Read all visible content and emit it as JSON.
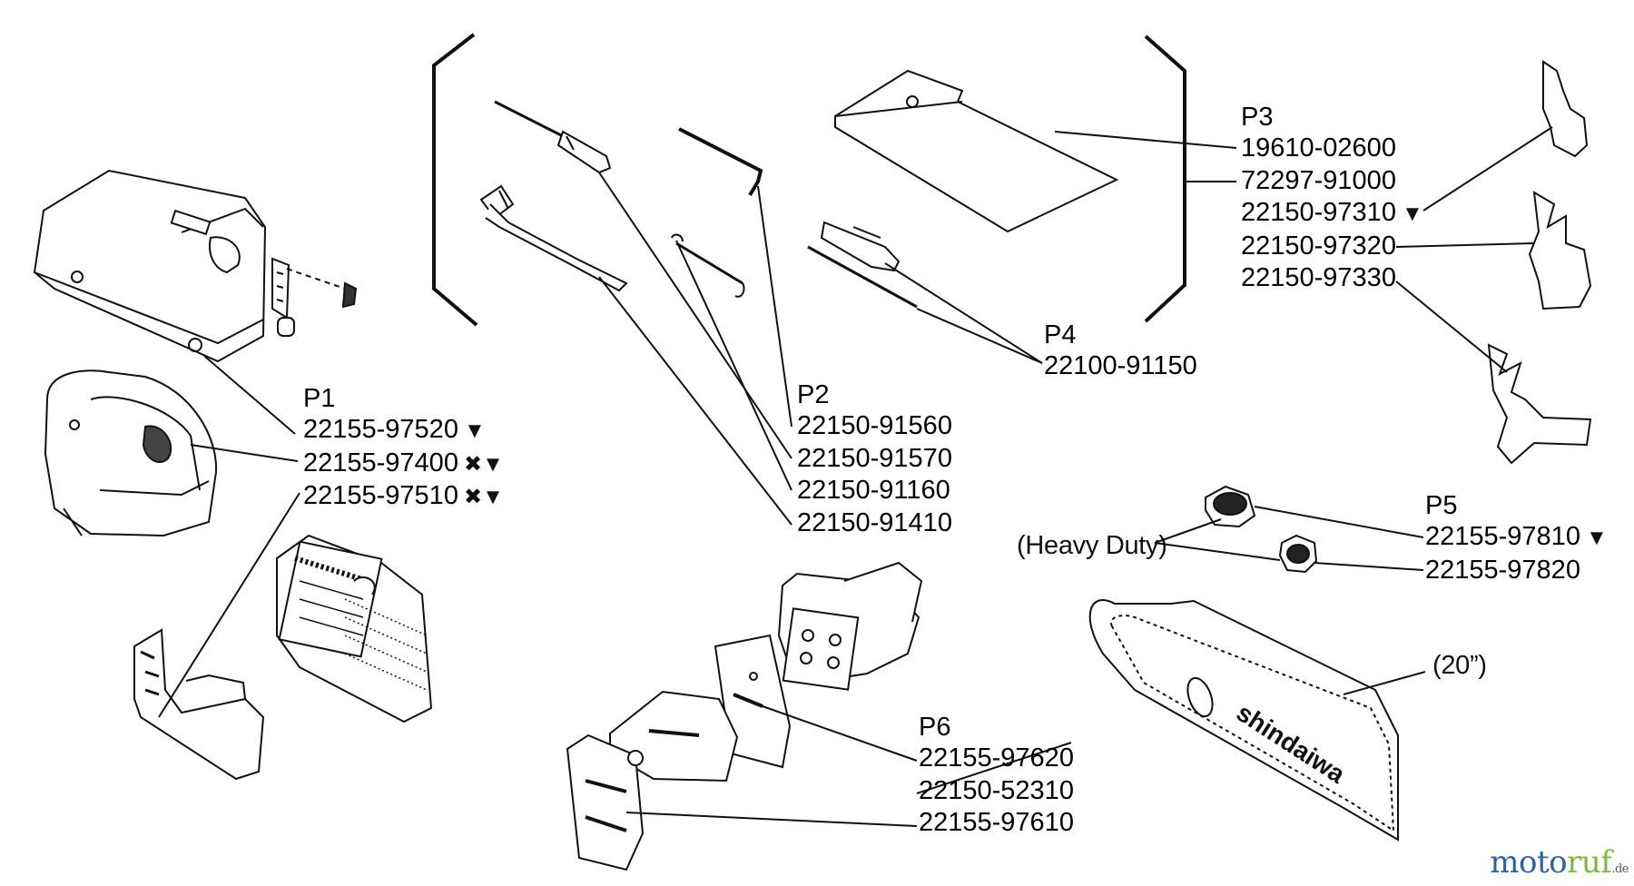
{
  "groups": {
    "p1": {
      "title": "P1",
      "parts": [
        "22155-97520",
        "22155-97400",
        "22155-97510"
      ],
      "marks": [
        "▼",
        "✖▼",
        "✖▼"
      ]
    },
    "p2": {
      "title": "P2",
      "parts": [
        "22150-91560",
        "22150-91570",
        "22150-91160",
        "22150-91410"
      ]
    },
    "p3": {
      "title": "P3",
      "parts": [
        "19610-02600",
        "72297-91000",
        "22150-97310",
        "22150-97320",
        "22150-97330"
      ],
      "marks": [
        "",
        "",
        "▼",
        "",
        ""
      ]
    },
    "p4": {
      "title": "P4",
      "parts": [
        "22100-91150"
      ]
    },
    "p5": {
      "title": "P5",
      "parts": [
        "22155-97810",
        "22155-97820"
      ],
      "marks": [
        "▼",
        ""
      ]
    },
    "p6": {
      "title": "P6",
      "parts": [
        "22155-97620",
        "22150-52310",
        "22155-97610"
      ]
    }
  },
  "labels": {
    "heavy_duty": "(Heavy Duty)",
    "bar_length": "(20”)",
    "bar_brand": "shindaiwa"
  },
  "watermark": {
    "main_a": "moto",
    "main_b": "ruf",
    "suffix": ".de"
  },
  "colors": {
    "line": "#111111",
    "watermark_blue": "#2a62a8",
    "watermark_green": "#7dbb3a"
  }
}
